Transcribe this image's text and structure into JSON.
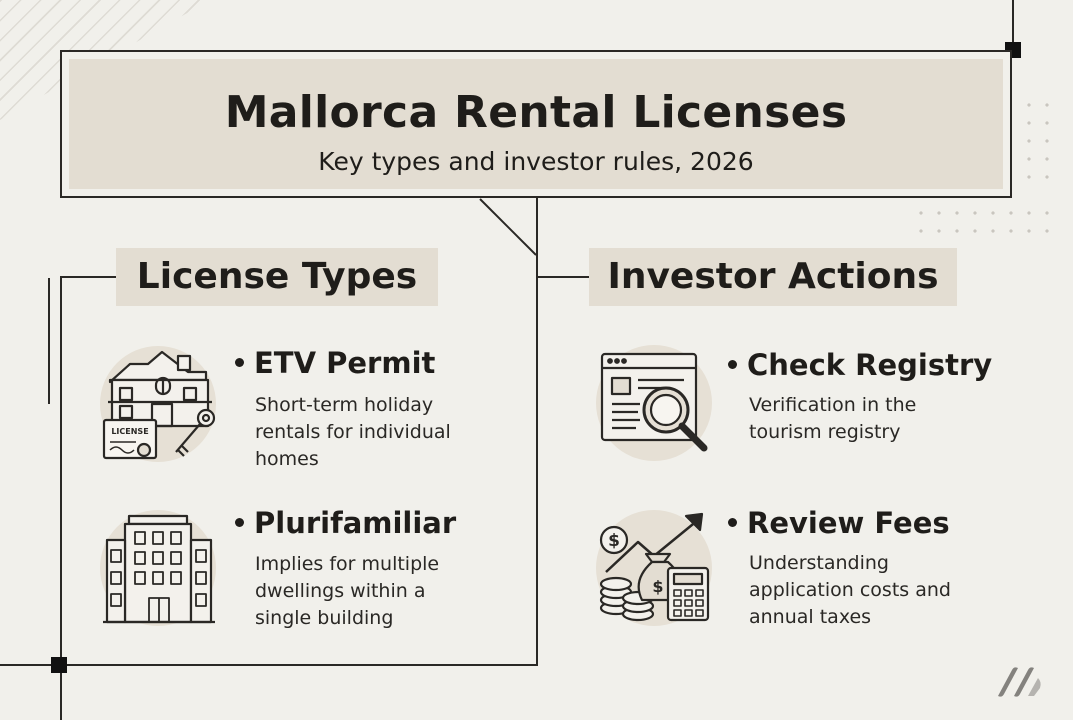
{
  "header": {
    "title": "Mallorca Rental Licenses",
    "subtitle": "Key types and investor rules, 2026"
  },
  "sections": {
    "license_types": {
      "title": "License Types",
      "items": [
        {
          "title": "ETV Permit",
          "description_lines": [
            "Short-term holiday",
            "rentals for individual",
            "homes"
          ],
          "icon": "house-license-key-icon",
          "icon_label": "LICENSE"
        },
        {
          "title": "Plurifamiliar",
          "description_lines": [
            "Implies for multiple",
            "dwellings within a",
            "single building"
          ],
          "icon": "apartment-building-icon"
        }
      ]
    },
    "investor_actions": {
      "title": "Investor Actions",
      "items": [
        {
          "title": "Check Registry",
          "description_lines": [
            "Verification in the",
            "tourism registry"
          ],
          "icon": "registry-search-icon"
        },
        {
          "title": "Review Fees",
          "description_lines": [
            "Understanding",
            "application costs and",
            "annual taxes"
          ],
          "icon": "fees-calculator-icon",
          "icon_label": "$"
        }
      ]
    }
  },
  "colors": {
    "background": "#f1f0eb",
    "panel": "#e3ddd2",
    "icon_circle": "#e6e0d5",
    "line": "#2a2825"
  }
}
